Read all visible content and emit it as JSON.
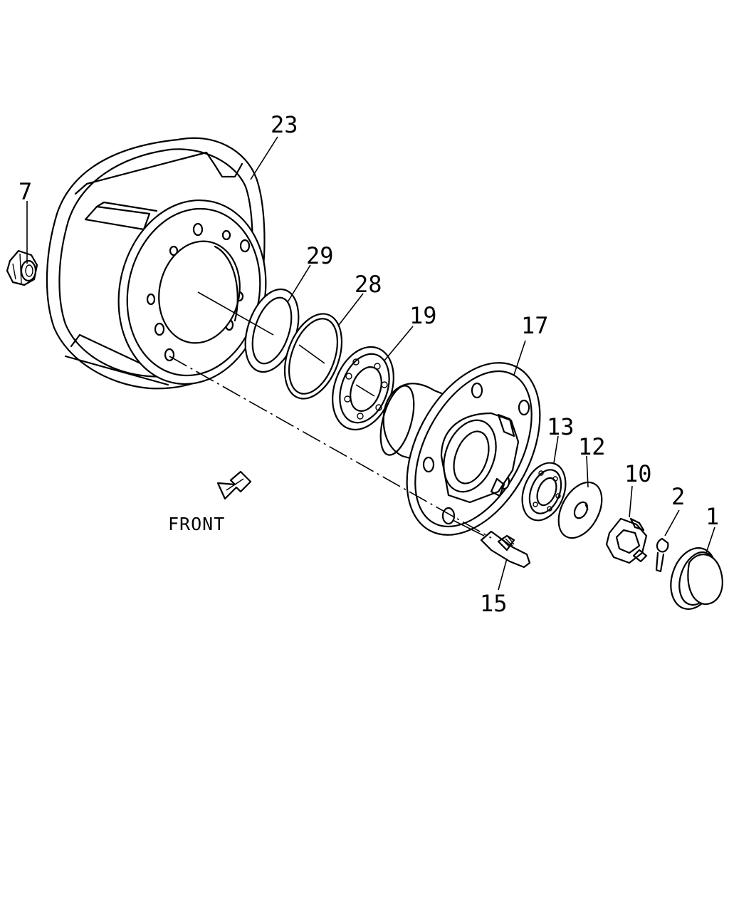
{
  "direction_label": "FRONT",
  "callouts": {
    "c1": "1",
    "c2": "2",
    "c7": "7",
    "c10": "10",
    "c12": "12",
    "c13": "13",
    "c15": "15",
    "c17": "17",
    "c19": "19",
    "c23": "23",
    "c28": "28",
    "c29": "29"
  }
}
